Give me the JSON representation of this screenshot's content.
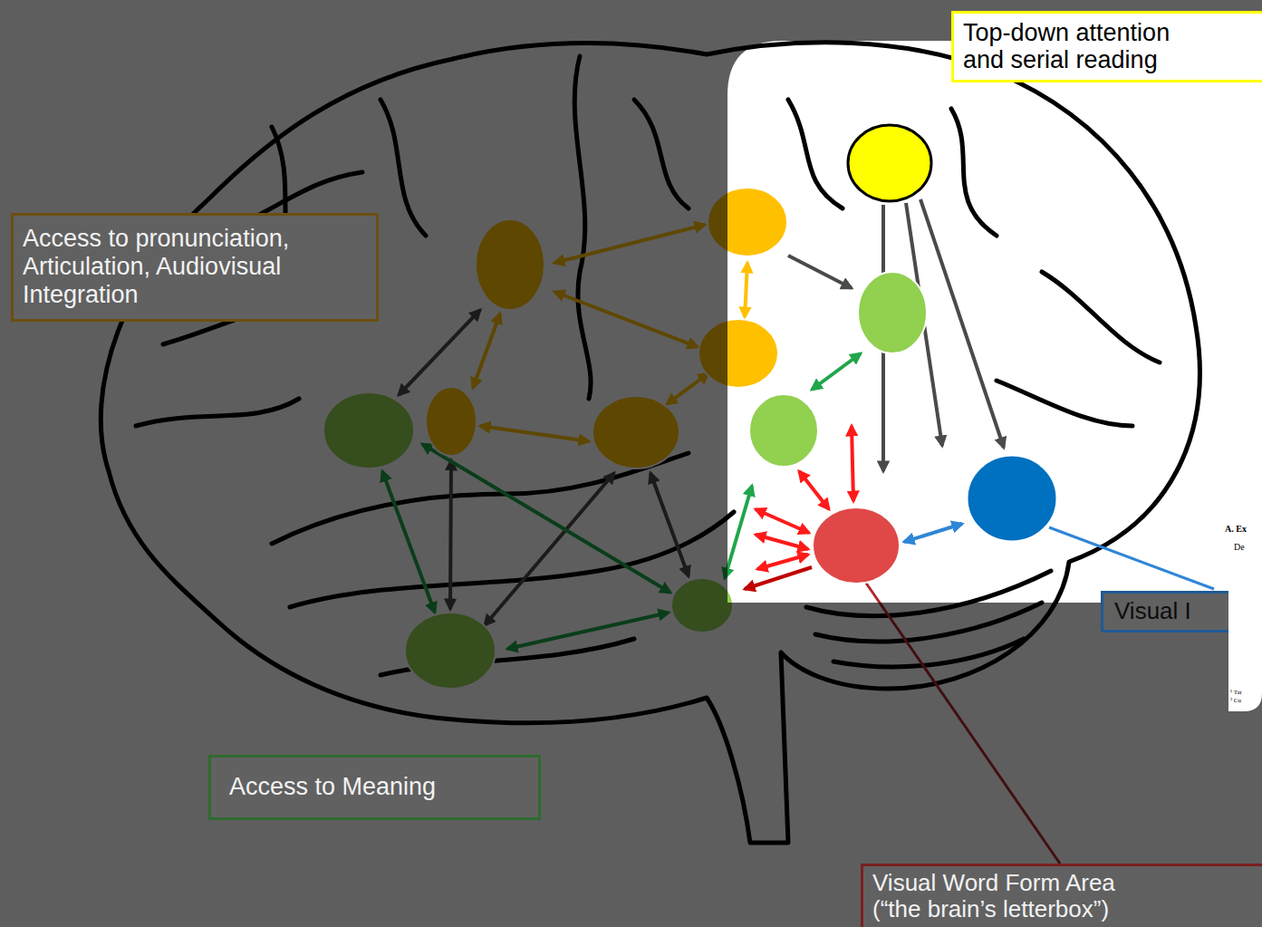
{
  "diagram": {
    "nodes": [
      {
        "text": [
          "Top-down attention and serial reading"
        ]
      },
      {
        "text": [
          "Access to pronunciation, Articulation, Audiovisual Integration"
        ]
      },
      {
        "text": [
          "Visual I"
        ]
      },
      {
        "text": [
          "Access to Meaning"
        ]
      },
      {
        "text": [
          "Visual Word Form Area (“the brain’s letterbox”)"
        ]
      }
    ],
    "labels": [
      "A. Ex",
      "De",
      "¹ Tar",
      "² Cu"
    ]
  }
}
